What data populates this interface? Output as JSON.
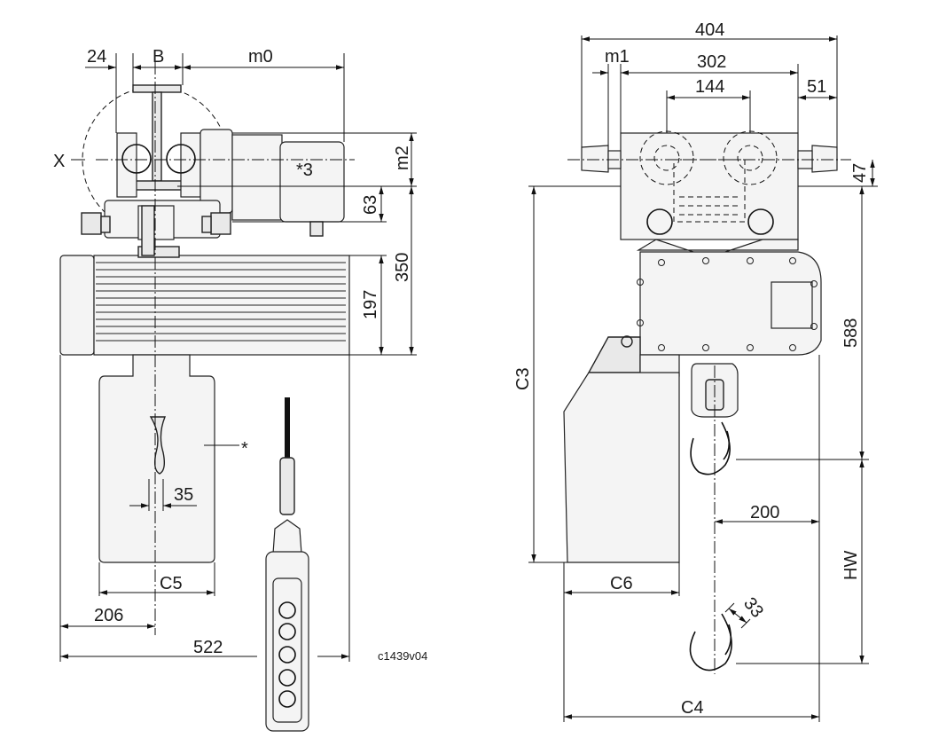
{
  "diagram": {
    "left_view": {
      "dim_24": "24",
      "dim_B": "B",
      "dim_m0": "m0",
      "dim_m2": "m2",
      "dim_63": "63",
      "dim_350": "350",
      "dim_197": "197",
      "dim_35": "35",
      "dim_C5": "C5",
      "dim_206": "206",
      "dim_522": "522",
      "label_X": "X",
      "label_motor": "*3",
      "label_star": "*"
    },
    "right_view": {
      "dim_404": "404",
      "dim_m1": "m1",
      "dim_302": "302",
      "dim_144": "144",
      "dim_51": "51",
      "dim_47": "47",
      "dim_588": "588",
      "dim_C3": "C3",
      "dim_200": "200",
      "dim_C6": "C6",
      "dim_HW": "HW",
      "dim_33": "33",
      "dim_C4": "C4"
    },
    "reference_code": "c1439v04"
  }
}
